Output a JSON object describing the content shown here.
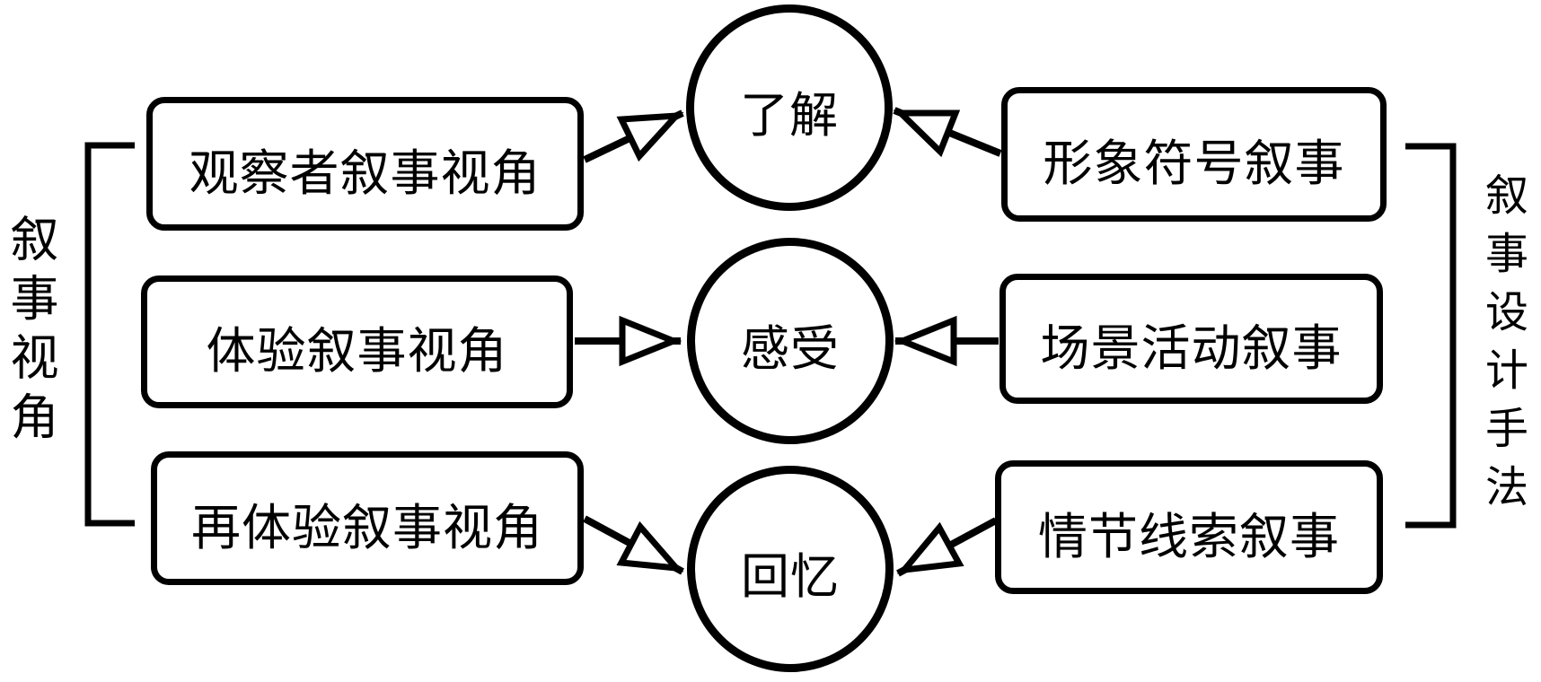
{
  "diagram": {
    "left_group": {
      "label": "叙事视角",
      "nodes": [
        {
          "label": "观察者叙事视角"
        },
        {
          "label": "体验叙事视角"
        },
        {
          "label": "再体验叙事视角"
        }
      ]
    },
    "center_group": {
      "nodes": [
        {
          "label": "了解"
        },
        {
          "label": "感受"
        },
        {
          "label": "回忆"
        }
      ]
    },
    "right_group": {
      "label": "叙事设计手法",
      "nodes": [
        {
          "label": "形象符号叙事"
        },
        {
          "label": "场景活动叙事"
        },
        {
          "label": "情节线索叙事"
        }
      ]
    },
    "edges": [
      {
        "from": "观察者叙事视角",
        "to": "了解"
      },
      {
        "from": "体验叙事视角",
        "to": "感受"
      },
      {
        "from": "再体验叙事视角",
        "to": "回忆"
      },
      {
        "from": "形象符号叙事",
        "to": "了解"
      },
      {
        "from": "场景活动叙事",
        "to": "感受"
      },
      {
        "from": "情节线索叙事",
        "to": "回忆"
      }
    ],
    "colors": {
      "stroke": "#000000",
      "background": "#ffffff"
    }
  }
}
